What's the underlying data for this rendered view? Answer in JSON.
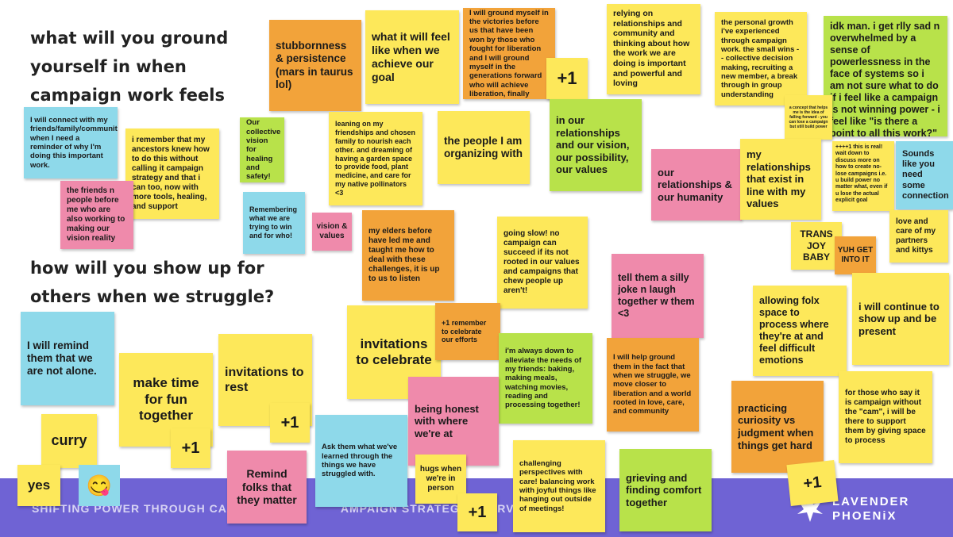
{
  "headings": {
    "q1": "what will you ground yourself in when campaign work feels difficult?",
    "q2": "how will you show up for others when we struggle?"
  },
  "banner": {
    "text": "SHIFTING POWER THROUGH CAMP",
    "text2": "AMPAIGN STRATEGY OVERVI",
    "logo_line1": "LAVENDER",
    "logo_line2": "PHOENiX"
  },
  "notes": {
    "stubbornness": "stubbornness & persistence (mars in taurus lol)",
    "feel_like": "what it will feel like when we achieve our goal",
    "victories": "I will ground myself in the victories before us that have been won by those who fought for liberation and I will ground myself in the generations forward who will achieve liberation, finally",
    "plus1_a": "+1",
    "relying": "relying on relationships and community and thinking about how the work we are doing is important and powerful and loving",
    "personal_growth": "the personal growth i've experienced through campaign work. the small wins -- collective decision making, recruiting a new member, a break through in group understanding",
    "idk": "idk man. i get rlly sad n overwhelmed by a sense of powerlessness in the face of systems so i am not sure what to do if i feel like a campaign is not winning power - i feel like \"is there a point to all this work?\"",
    "concept": "a concept that helps me is the idea of falling forward - you can lose a campaign but still build power",
    "connect": "I will connect with my friends/family/community when I need a reminder of why I'm doing this important work.",
    "ancestors": "i remember that my ancestors knew how to do this without calling it campaign strategy and that i can too, now with more tools, healing, and support",
    "collective_vision": "Our collective vision for healing and safety!",
    "leaning": "leaning on my friendships and chosen family to nourish each other. and dreaming of having a garden space to provide food, plant medicine, and care for my native pollinators <3",
    "people_organizing": "the people I am organizing with",
    "in_relationships": "in our relationships and our vision, our possibility, our values",
    "our_relationships": "our relationships & our humanity",
    "my_relationships": "my relationships that exist in line with my values",
    "plus_plus": "++++1 this is real! wait down to discuss more on how to create no-lose campaigns i.e. u build power no matter what, even if u lose the actual explicit goal",
    "sounds_like": "Sounds like you need some connection",
    "friends_before": "the friends n people before me who are also working to making our vision reality",
    "remembering": "Remembering what we are trying to win and for who!",
    "vision_values": "vision & values",
    "elders": "my elders before have led me and taught me how to deal with these challenges, it is up to us to listen",
    "going_slow": "going slow! no campaign can succeed if its not rooted in our values and campaigns that chew people up aren't!",
    "love_care": "love and care of my partners and kittys",
    "trans_joy": "TRANS JOY BABY",
    "yuh": "YUH GET INTO IT",
    "silly_joke": "tell them a silly joke n laugh together w them <3",
    "allowing": "allowing folx space to process where they're at and feel difficult emotions",
    "continue": "i will continue to show up and be present",
    "remind_alone": "I will remind them that we are not alone.",
    "make_time": "make time for fun together",
    "plus1_b": "+1",
    "invitations_rest": "invitations to rest",
    "plus1_c": "+1",
    "invitations_celebrate": "invitations to celebrate",
    "remember_celebrate": "+1 remember to celebrate our efforts",
    "always_down": "i'm always down to alleviate the needs of my friends: baking, making meals, watching movies, reading and processing together!",
    "help_ground": "I will help ground them in the fact that when we struggle, we move closer to liberation and a world rooted in love, care, and community",
    "curiosity": "practicing curiosity vs judgment when things get hard",
    "campaign_cam": "for those who say it is campaign without the \"cam\", i will be there to support them by giving space to process",
    "curry": "curry",
    "yes": "yes",
    "emoji_face": "😋",
    "remind_matter": "Remind folks that they matter",
    "ask_them": "Ask them what we've learned through the things we have struggled with.",
    "honest": "being honest with where we're at",
    "hugs": "hugs when we're in person",
    "plus1_d": "+1",
    "challenging": "challenging perspectives with care! balancing work with joyful things like hanging out outside of meetings!",
    "grieving": "grieving and finding comfort together",
    "plus1_e": "+1"
  },
  "colors": {
    "yellow": "#fde85a",
    "orange": "#f2a33a",
    "green": "#b8e24a",
    "blue": "#8ed9ea",
    "pink": "#ef8aab",
    "banner": "#6f63d4"
  }
}
